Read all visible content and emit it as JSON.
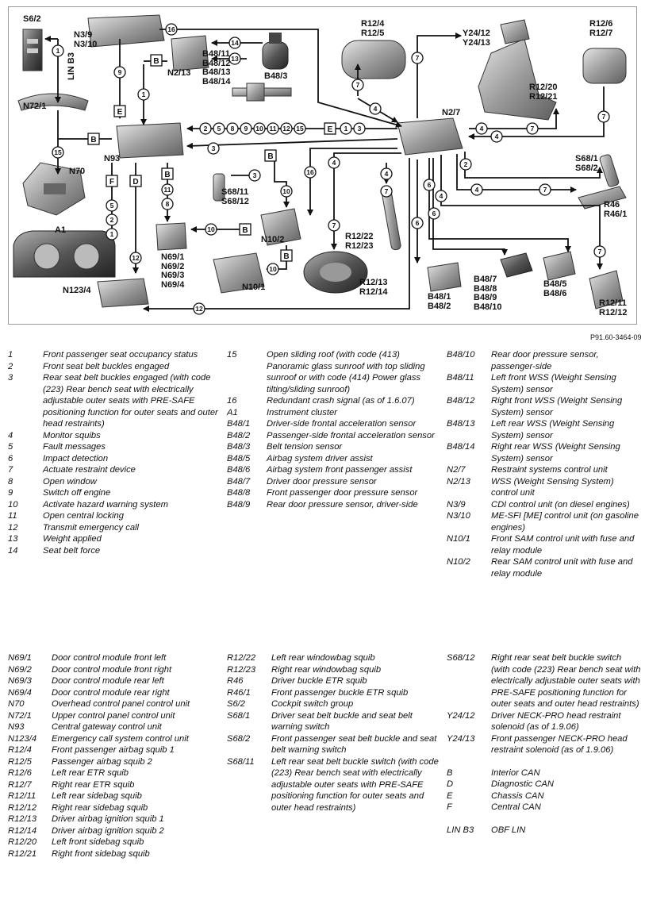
{
  "diagram": {
    "components": [
      {
        "id": "s62",
        "label": "S6/2"
      },
      {
        "id": "n72",
        "label": "N72/1"
      },
      {
        "id": "n39",
        "label": "N3/9\nN3/10"
      },
      {
        "id": "n213",
        "label": "N2/13"
      },
      {
        "id": "b48w",
        "label": "B48/11\nB48/12\nB48/13\nB48/14"
      },
      {
        "id": "b483",
        "label": "B48/3"
      },
      {
        "id": "r124",
        "label": "R12/4\nR12/5"
      },
      {
        "id": "y2412",
        "label": "Y24/12\nY24/13"
      },
      {
        "id": "r126",
        "label": "R12/6\nR12/7"
      },
      {
        "id": "r1220",
        "label": "R12/20\nR12/21"
      },
      {
        "id": "n27",
        "label": "N2/7"
      },
      {
        "id": "n93",
        "label": "N93"
      },
      {
        "id": "n70",
        "label": "N70"
      },
      {
        "id": "a1",
        "label": "A1"
      },
      {
        "id": "s6811",
        "label": "S68/11\nS68/12"
      },
      {
        "id": "n102",
        "label": "N10/2"
      },
      {
        "id": "n101",
        "label": "N10/1"
      },
      {
        "id": "n69",
        "label": "N69/1\nN69/2\nN69/3\nN69/4"
      },
      {
        "id": "n1234",
        "label": "N123/4"
      },
      {
        "id": "r1222",
        "label": "R12/22\nR12/23"
      },
      {
        "id": "r1213",
        "label": "R12/13\nR12/14"
      },
      {
        "id": "b481",
        "label": "B48/1\nB48/2"
      },
      {
        "id": "b487",
        "label": "B48/7\nB48/8\nB48/9\nB48/10"
      },
      {
        "id": "b485",
        "label": "B48/5\nB48/6"
      },
      {
        "id": "s681",
        "label": "S68/1\nS68/2"
      },
      {
        "id": "r46",
        "label": "R46\nR46/1"
      },
      {
        "id": "r1211",
        "label": "R12/11\nR12/12"
      },
      {
        "id": "linb3",
        "label": "LIN B3"
      }
    ],
    "signal_numbers": [
      "1",
      "2",
      "3",
      "4",
      "5",
      "6",
      "7",
      "8",
      "9",
      "10",
      "11",
      "12",
      "13",
      "14",
      "15",
      "16"
    ],
    "bus_letters": [
      "B",
      "D",
      "E",
      "F"
    ],
    "reference_code": "P91.60-3464-09"
  },
  "legend": {
    "col1": [
      {
        "code": "1",
        "desc": "Front passenger seat occupancy status"
      },
      {
        "code": "2",
        "desc": "Front seat belt buckles engaged"
      },
      {
        "code": "3",
        "desc": "Rear seat belt buckles engaged (with code (223) Rear bench seat with electrically adjustable outer seats with PRE-SAFE positioning function for outer seats and outer head restraints)"
      },
      {
        "code": "4",
        "desc": "Monitor squibs"
      },
      {
        "code": "5",
        "desc": "Fault messages"
      },
      {
        "code": "6",
        "desc": "Impact detection"
      },
      {
        "code": "7",
        "desc": "Actuate restraint device"
      },
      {
        "code": "8",
        "desc": "Open window"
      },
      {
        "code": "9",
        "desc": "Switch off engine"
      },
      {
        "code": "10",
        "desc": "Activate hazard warning system"
      },
      {
        "code": "11",
        "desc": "Open central locking"
      },
      {
        "code": "12",
        "desc": "Transmit emergency call"
      },
      {
        "code": "13",
        "desc": "Weight applied"
      },
      {
        "code": "14",
        "desc": "Seat belt force"
      }
    ],
    "col2": [
      {
        "code": "15",
        "desc": "Open sliding roof (with code (413) Panoramic glass sunroof with top sliding sunroof or with code (414) Power glass tilting/sliding sunroof)"
      },
      {
        "code": "16",
        "desc": "Redundant crash signal (as of 1.6.07)"
      },
      {
        "code": "A1",
        "desc": "Instrument cluster"
      },
      {
        "code": "B48/1",
        "desc": "Driver-side frontal acceleration sensor"
      },
      {
        "code": "B48/2",
        "desc": "Passenger-side frontal acceleration sensor"
      },
      {
        "code": "B48/3",
        "desc": "Belt tension sensor"
      },
      {
        "code": "B48/5",
        "desc": "Airbag system driver assist"
      },
      {
        "code": "B48/6",
        "desc": "Airbag system front passenger assist"
      },
      {
        "code": "B48/7",
        "desc": "Driver door pressure sensor"
      },
      {
        "code": "B48/8",
        "desc": "Front passenger door pressure sensor"
      },
      {
        "code": "B48/9",
        "desc": "Rear door pressure sensor, driver-side"
      }
    ],
    "col3": [
      {
        "code": "B48/10",
        "desc": "Rear door pressure sensor, passenger-side"
      },
      {
        "code": "B48/11",
        "desc": "Left front WSS (Weight Sensing System) sensor"
      },
      {
        "code": "B48/12",
        "desc": "Right front WSS (Weight Sensing System) sensor"
      },
      {
        "code": "B48/13",
        "desc": "Left rear WSS (Weight Sensing System) sensor"
      },
      {
        "code": "B48/14",
        "desc": "Right rear WSS (Weight Sensing System) sensor"
      },
      {
        "code": "N2/7",
        "desc": "Restraint systems control unit"
      },
      {
        "code": "N2/13",
        "desc": "WSS (Weight Sensing System) control unit"
      },
      {
        "code": "N3/9",
        "desc": "CDI control unit (on diesel engines)"
      },
      {
        "code": "N3/10",
        "desc": "ME-SFI [ME] control unit (on gasoline engines)"
      },
      {
        "code": "N10/1",
        "desc": "Front SAM control unit with fuse and relay module"
      },
      {
        "code": "N10/2",
        "desc": "Rear SAM control unit with fuse and relay module"
      }
    ],
    "col4": [
      {
        "code": "N69/1",
        "desc": "Door control module front left"
      },
      {
        "code": "N69/2",
        "desc": "Door control module front right"
      },
      {
        "code": "N69/3",
        "desc": "Door control module rear left"
      },
      {
        "code": "N69/4",
        "desc": "Door control module rear right"
      },
      {
        "code": "N70",
        "desc": "Overhead control panel control unit"
      },
      {
        "code": "N72/1",
        "desc": "Upper control panel control unit"
      },
      {
        "code": "N93",
        "desc": "Central gateway control unit"
      },
      {
        "code": "N123/4",
        "desc": "Emergency call system control unit"
      },
      {
        "code": "R12/4",
        "desc": "Front passenger airbag squib 1"
      },
      {
        "code": "R12/5",
        "desc": "Passenger airbag squib 2"
      },
      {
        "code": "R12/6",
        "desc": "Left rear ETR squib"
      },
      {
        "code": "R12/7",
        "desc": "Right rear ETR squib"
      },
      {
        "code": "R12/11",
        "desc": "Left rear sidebag squib"
      },
      {
        "code": "R12/12",
        "desc": "Right rear sidebag squib"
      },
      {
        "code": "R12/13",
        "desc": "Driver airbag ignition squib 1"
      },
      {
        "code": "R12/14",
        "desc": "Driver airbag ignition squib 2"
      },
      {
        "code": "R12/20",
        "desc": "Left front sidebag squib"
      },
      {
        "code": "R12/21",
        "desc": "Right front sidebag squib"
      }
    ],
    "col5": [
      {
        "code": "R12/22",
        "desc": "Left rear windowbag squib"
      },
      {
        "code": "R12/23",
        "desc": "Right rear windowbag squib"
      },
      {
        "code": "R46",
        "desc": "Driver buckle ETR squib"
      },
      {
        "code": "R46/1",
        "desc": "Front passenger buckle ETR squib"
      },
      {
        "code": "S6/2",
        "desc": "Cockpit switch group"
      },
      {
        "code": "S68/1",
        "desc": "Driver seat belt buckle and seat belt warning switch"
      },
      {
        "code": "S68/2",
        "desc": "Front passenger seat belt buckle and seat belt warning switch"
      },
      {
        "code": "S68/11",
        "desc": "Left rear seat belt buckle switch (with code (223) Rear bench seat with electrically adjustable outer seats with PRE-SAFE positioning function for outer seats and outer head restraints)"
      }
    ],
    "col6": [
      {
        "code": "S68/12",
        "desc": "Right rear seat belt buckle switch (with code (223) Rear bench seat with electrically adjustable outer seats with PRE-SAFE positioning function for outer seats and outer head restraints)"
      },
      {
        "code": "Y24/12",
        "desc": "Driver NECK-PRO head restraint solenoid (as of 1.9.06)"
      },
      {
        "code": "Y24/13",
        "desc": "Front passenger NECK-PRO head restraint solenoid (as of 1.9.06)"
      },
      {
        "code": "",
        "desc": ""
      },
      {
        "code": "B",
        "desc": "Interior CAN"
      },
      {
        "code": "D",
        "desc": "Diagnostic CAN"
      },
      {
        "code": "E",
        "desc": "Chassis CAN"
      },
      {
        "code": "F",
        "desc": "Central CAN"
      },
      {
        "code": "",
        "desc": ""
      },
      {
        "code": "LIN B3",
        "desc": "OBF LIN"
      }
    ]
  }
}
